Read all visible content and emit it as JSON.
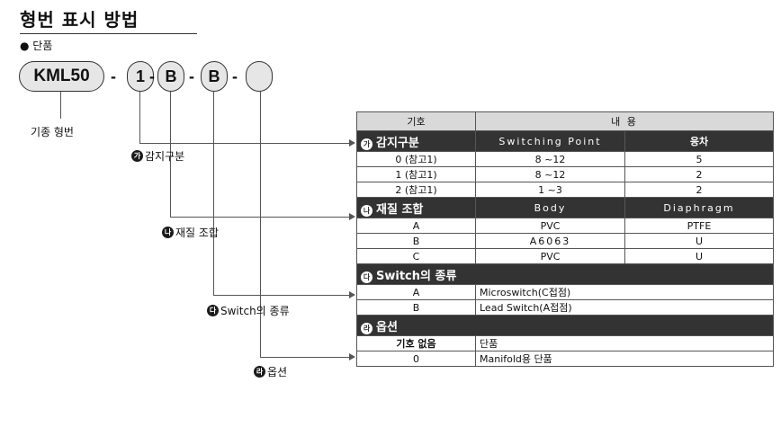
{
  "page": {
    "title": "형번 표시 방법",
    "subtitle": "● 단품"
  },
  "model_code": {
    "base": "KML50",
    "parts": [
      "1",
      "B",
      "B",
      ""
    ],
    "dash": "-",
    "base_label": "기종 형번"
  },
  "callouts": [
    {
      "badge": "가",
      "label": "감지구분"
    },
    {
      "badge": "나",
      "label": "재질 조합"
    },
    {
      "badge": "다",
      "label": "Switch의 종류"
    },
    {
      "badge": "라",
      "label": "옵션"
    }
  ],
  "table": {
    "header": {
      "col1": "기호",
      "col2": "내 용"
    },
    "section1": {
      "badge": "가",
      "label": "감지구분",
      "col2": "Switching Point",
      "col3": "응차",
      "rows": [
        {
          "code": "0 (참고1)",
          "point": "8 ~12",
          "diff": "5"
        },
        {
          "code": "1 (참고1)",
          "point": "8 ~12",
          "diff": "2"
        },
        {
          "code": "2 (참고1)",
          "point": "1 ~3",
          "diff": "2"
        }
      ]
    },
    "section2": {
      "badge": "나",
      "label": "재질 조합",
      "col2": "Body",
      "col3": "Diaphragm",
      "rows": [
        {
          "code": "A",
          "body": "PVC",
          "diaphragm": "PTFE"
        },
        {
          "code": "B",
          "body": "A6063",
          "diaphragm": "U"
        },
        {
          "code": "C",
          "body": "PVC",
          "diaphragm": "U"
        }
      ]
    },
    "section3": {
      "badge": "다",
      "label": "Switch의 종류",
      "rows": [
        {
          "code": "A",
          "desc": "Microswitch(C접점)"
        },
        {
          "code": "B",
          "desc": "Lead Switch(A접점)"
        }
      ]
    },
    "section4": {
      "badge": "라",
      "label": "옵션",
      "rows": [
        {
          "code": "기호 없음",
          "desc": "단품"
        },
        {
          "code": "0",
          "desc": "Manifold용 단품"
        }
      ]
    }
  }
}
